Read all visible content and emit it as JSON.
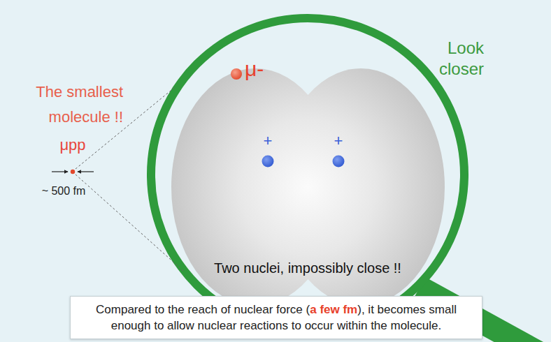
{
  "diagram": {
    "nodes": [
      {
        "text": [
          "Compared to the reach of nuclear force (",
          "a few fm",
          "), it becomes small enough to allow nuclear reactions to occur within the molecule."
        ]
      }
    ],
    "labels": [
      "Look closer",
      "The smallest molecule !!",
      "μpp",
      "~ 500 fm",
      "μ-",
      "+",
      "+",
      "Two nuclei, impossibly close !!"
    ]
  }
}
